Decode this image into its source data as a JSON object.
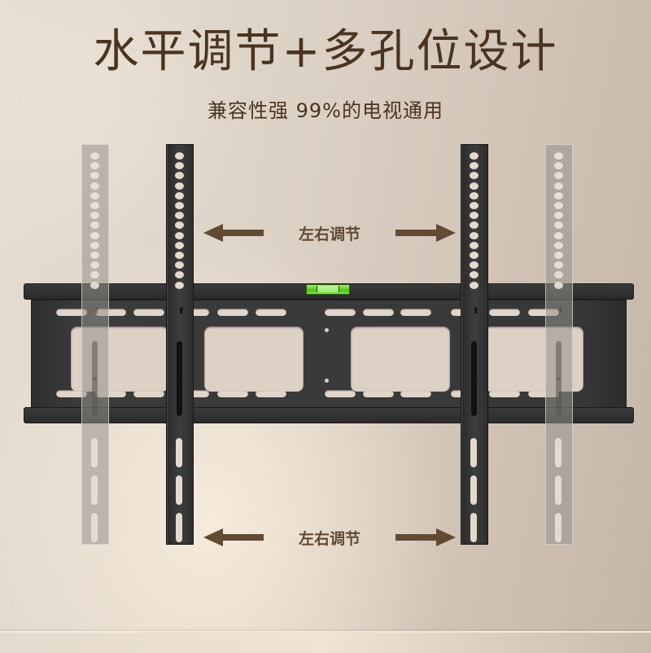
{
  "headline": {
    "title": "水平调节+多孔位设计",
    "subtitle": "兼容性强 99%的电视通用"
  },
  "annotations": [
    {
      "label": "左右调节",
      "position": "upper",
      "arrows": [
        "left-arrow",
        "right-arrow"
      ]
    },
    {
      "label": "左右调节",
      "position": "lower",
      "arrows": [
        "left-arrow",
        "right-arrow"
      ]
    }
  ],
  "product": {
    "name": "TV wall mount bracket",
    "frame_color": "#333333",
    "level_color": "#5ccf22",
    "arms": [
      {
        "id": "ghost-left",
        "style": "translucent"
      },
      {
        "id": "solid-left",
        "style": "solid"
      },
      {
        "id": "solid-right",
        "style": "solid"
      },
      {
        "id": "ghost-right",
        "style": "translucent"
      }
    ]
  },
  "colors": {
    "text_primary": "#4a3420",
    "arrow": "#624a33",
    "background": "#ddd2c6"
  }
}
